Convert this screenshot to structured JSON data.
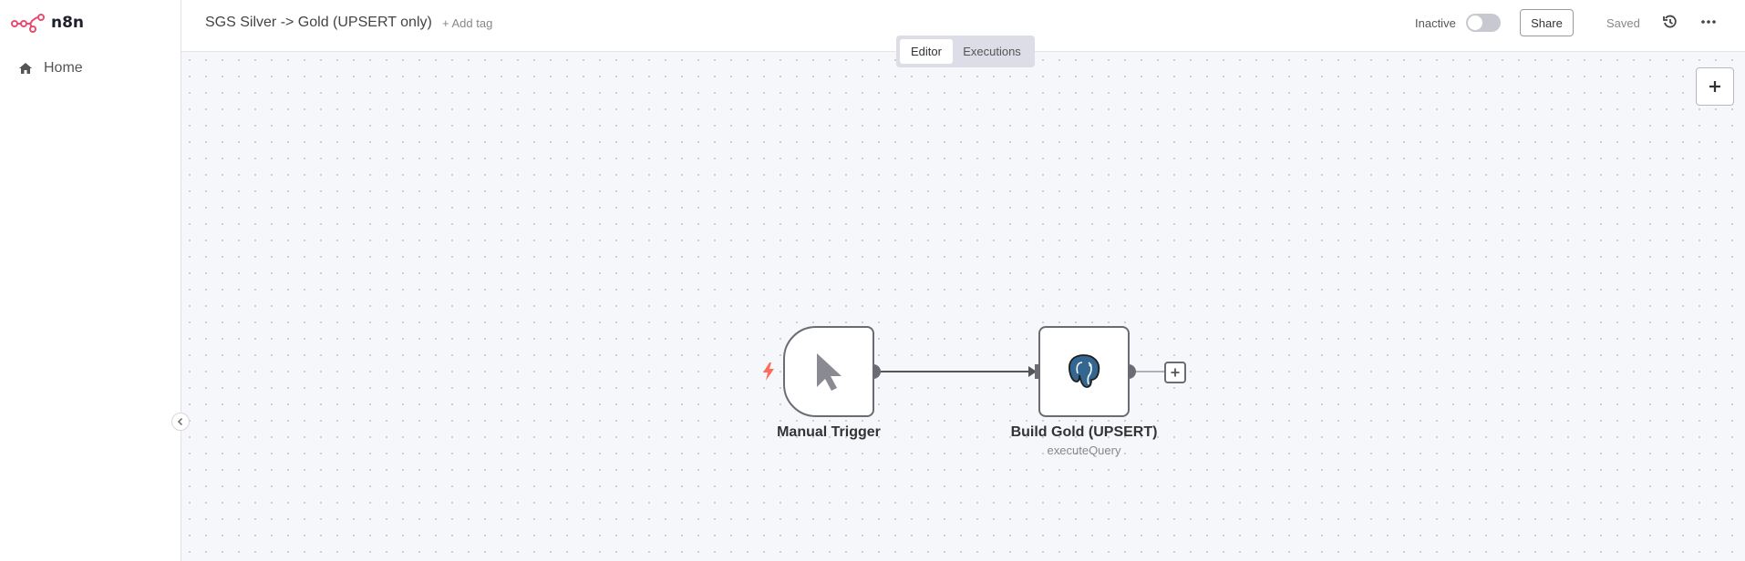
{
  "app": {
    "name": "n8n"
  },
  "sidebar": {
    "home_label": "Home"
  },
  "header": {
    "workflow_name": "SGS Silver -> Gold (UPSERT only)",
    "add_tag": "+ Add tag",
    "status_label": "Inactive",
    "share_label": "Share",
    "saved_label": "Saved"
  },
  "mode_tabs": [
    {
      "label": "Editor",
      "active": true
    },
    {
      "label": "Executions",
      "active": false
    }
  ],
  "nodes": [
    {
      "name": "Manual Trigger",
      "icon": "cursor-icon"
    },
    {
      "name": "Build Gold (UPSERT)",
      "subtitle": "executeQuery",
      "icon": "postgres-icon"
    }
  ],
  "colors": {
    "brand": "#ea4b71",
    "trigger_bolt": "#ff6d5a",
    "postgres_blue": "#336791"
  }
}
